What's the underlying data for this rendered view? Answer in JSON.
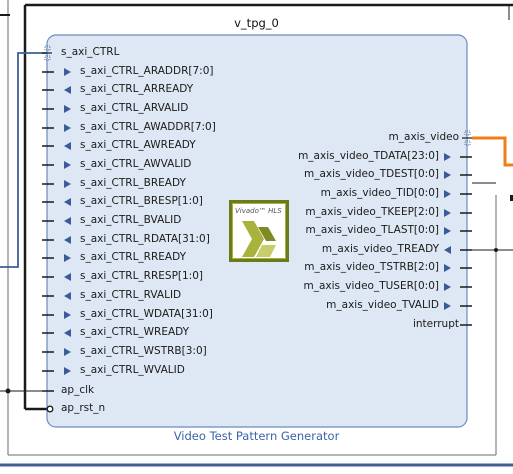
{
  "block": {
    "title": "v_tpg_0",
    "footer": "Video Test Pattern Generator",
    "logo_text": "Vivado™ HLS"
  },
  "left_ports": [
    {
      "name": "s_axi_CTRL",
      "kind": "bus"
    },
    {
      "name": "s_axi_CTRL_ARADDR[7:0]",
      "dir": "in"
    },
    {
      "name": "s_axi_CTRL_ARREADY",
      "dir": "out"
    },
    {
      "name": "s_axi_CTRL_ARVALID",
      "dir": "in"
    },
    {
      "name": "s_axi_CTRL_AWADDR[7:0]",
      "dir": "in"
    },
    {
      "name": "s_axi_CTRL_AWREADY",
      "dir": "out"
    },
    {
      "name": "s_axi_CTRL_AWVALID",
      "dir": "in"
    },
    {
      "name": "s_axi_CTRL_BREADY",
      "dir": "in"
    },
    {
      "name": "s_axi_CTRL_BRESP[1:0]",
      "dir": "out"
    },
    {
      "name": "s_axi_CTRL_BVALID",
      "dir": "out"
    },
    {
      "name": "s_axi_CTRL_RDATA[31:0]",
      "dir": "out"
    },
    {
      "name": "s_axi_CTRL_RREADY",
      "dir": "in"
    },
    {
      "name": "s_axi_CTRL_RRESP[1:0]",
      "dir": "out"
    },
    {
      "name": "s_axi_CTRL_RVALID",
      "dir": "out"
    },
    {
      "name": "s_axi_CTRL_WDATA[31:0]",
      "dir": "in"
    },
    {
      "name": "s_axi_CTRL_WREADY",
      "dir": "out"
    },
    {
      "name": "s_axi_CTRL_WSTRB[3:0]",
      "dir": "in"
    },
    {
      "name": "s_axi_CTRL_WVALID",
      "dir": "in"
    },
    {
      "name": "ap_clk",
      "kind": "clk"
    },
    {
      "name": "ap_rst_n",
      "kind": "rst"
    }
  ],
  "right_ports": [
    {
      "name": "m_axis_video",
      "kind": "bus"
    },
    {
      "name": "m_axis_video_TDATA[23:0]",
      "dir": "out"
    },
    {
      "name": "m_axis_video_TDEST[0:0]",
      "dir": "out"
    },
    {
      "name": "m_axis_video_TID[0:0]",
      "dir": "out"
    },
    {
      "name": "m_axis_video_TKEEP[2:0]",
      "dir": "out"
    },
    {
      "name": "m_axis_video_TLAST[0:0]",
      "dir": "out"
    },
    {
      "name": "m_axis_video_TREADY",
      "dir": "in"
    },
    {
      "name": "m_axis_video_TSTRB[2:0]",
      "dir": "out"
    },
    {
      "name": "m_axis_video_TUSER[0:0]",
      "dir": "out"
    },
    {
      "name": "m_axis_video_TVALID",
      "dir": "out"
    },
    {
      "name": "interrupt",
      "kind": "plain"
    }
  ],
  "colors": {
    "block_fill": "#dde8f4",
    "block_border": "#6b8cbf",
    "port_line": "#1a1a1a",
    "wire": "#1a1a1a",
    "bus_wire": "#3d5f95",
    "video_wire": "#f07d18",
    "frame": "#3f5f95",
    "arrow": "#3a5a9a"
  }
}
